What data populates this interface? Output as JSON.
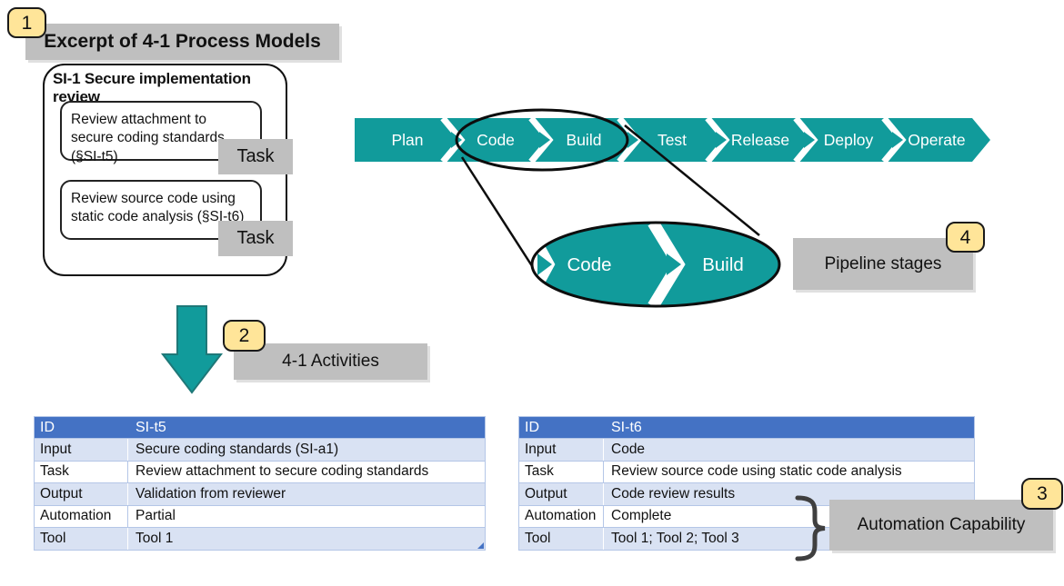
{
  "badges": {
    "b1": "1",
    "b2": "2",
    "b3": "3",
    "b4": "4"
  },
  "labels": {
    "title": "Excerpt of 4-1 Process Models",
    "activities": "4-1 Activities",
    "pipeline_stages": "Pipeline stages",
    "automation_capability": "Automation Capability"
  },
  "process_box": {
    "title": "SI-1 Secure implementation review",
    "tasks": [
      {
        "text": "Review attachment to secure coding standards (§SI-t5)",
        "tag": "Task"
      },
      {
        "text": "Review source code using static code analysis (§SI-t6)",
        "tag": "Task"
      }
    ]
  },
  "pipeline": {
    "stages": [
      "Plan",
      "Code",
      "Build",
      "Test",
      "Release",
      "Deploy",
      "Operate"
    ]
  },
  "magnified": {
    "stages": [
      "Code",
      "Build"
    ]
  },
  "tables": [
    {
      "header": {
        "label": "ID",
        "value": "SI-t5"
      },
      "rows": [
        {
          "label": "Input",
          "value": "Secure coding standards (SI-a1)"
        },
        {
          "label": "Task",
          "value": "Review attachment to secure coding standards"
        },
        {
          "label": "Output",
          "value": "Validation from reviewer"
        },
        {
          "label": "Automation",
          "value": "Partial"
        },
        {
          "label": "Tool",
          "value": "Tool 1"
        }
      ]
    },
    {
      "header": {
        "label": "ID",
        "value": "SI-t6"
      },
      "rows": [
        {
          "label": "Input",
          "value": "Code"
        },
        {
          "label": "Task",
          "value": "Review source code using static code analysis"
        },
        {
          "label": "Output",
          "value": "Code review results"
        },
        {
          "label": "Automation",
          "value": "Complete"
        },
        {
          "label": "Tool",
          "value": "Tool 1; Tool 2; Tool 3"
        }
      ]
    }
  ],
  "colors": {
    "teal": "#119B9B",
    "header_blue": "#4472C4",
    "band_blue": "#D9E2F3",
    "border_blue": "#B4C6E7",
    "gray_label": "#BFBFBF",
    "badge_yellow": "#FFE599"
  }
}
